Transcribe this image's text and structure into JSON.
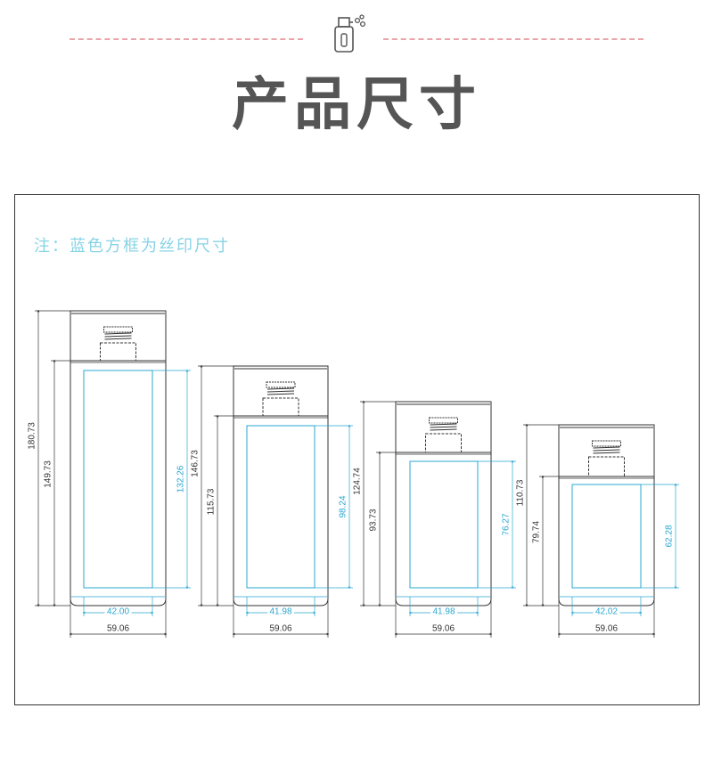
{
  "header": {
    "title": "产品尺寸",
    "logo_icon": "spray-bottle-icon"
  },
  "note": "注：蓝色方框为丝印尺寸",
  "colors": {
    "title": "#555555",
    "divider": "#e9a4a8",
    "note": "#87d3e6",
    "outline": "#333333",
    "print_area": "#29a7d1"
  },
  "bottles": [
    {
      "total_height": "180.73",
      "body_height": "149.73",
      "print_height": "132.26",
      "print_width": "42.00",
      "body_width": "59.06"
    },
    {
      "total_height": "146.73",
      "body_height": "115.73",
      "print_height": "98.24",
      "print_width": "41.98",
      "body_width": "59.06"
    },
    {
      "total_height": "124.74",
      "body_height": "93.73",
      "print_height": "76.27",
      "print_width": "41.98",
      "body_width": "59.06"
    },
    {
      "total_height": "110.73",
      "body_height": "79.74",
      "print_height": "62.28",
      "print_width": "42.02",
      "body_width": "59.06"
    }
  ]
}
